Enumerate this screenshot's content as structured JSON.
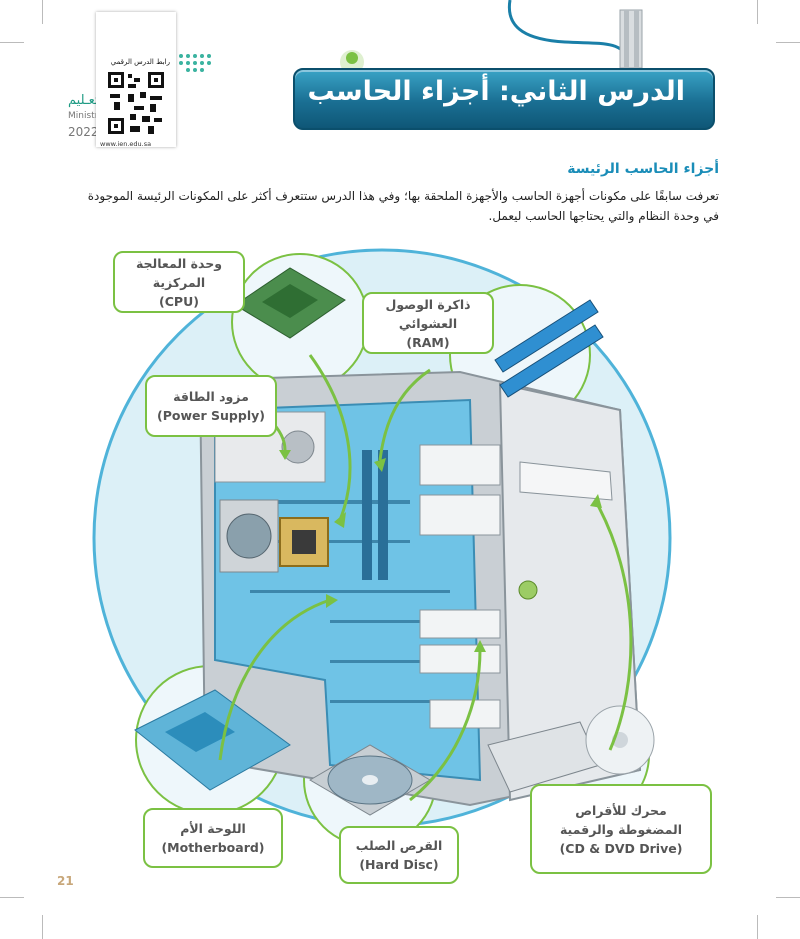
{
  "lesson_title": "الدرس الثاني: أجزاء الحاسب",
  "qr": {
    "label": "رابط الدرس الرقمي",
    "url": "www.ien.edu.sa"
  },
  "ministry": {
    "logo": "تعـليم",
    "name": "Ministr",
    "year": "2022"
  },
  "section_heading": "أجزاء الحاسب الرئيسة",
  "intro": "تعرفت سابقًا على مكونات أجهزة الحاسب والأجهزة الملحقة بها؛ وفي هذا الدرس ستتعرف أكثر على المكونات الرئيسة الموجودة في وحدة النظام والتي يحتاجها الحاسب ليعمل.",
  "labels": {
    "cpu": {
      "ar": "وحدة المعالجة المركزية",
      "en": "(CPU)"
    },
    "ram": {
      "ar": "ذاكرة الوصول العشوائي",
      "en": "(RAM)"
    },
    "psu": {
      "ar": "مزود الطاقة",
      "en": "(Power Supply)"
    },
    "mb": {
      "ar": "اللوحة الأم",
      "en": "(Motherboard)"
    },
    "hd": {
      "ar": "القرص الصلب",
      "en": "(Hard Disc)"
    },
    "cd": {
      "ar": "محرك للأقراص المضغوطة والرقمية",
      "en": "(CD & DVD Drive)"
    }
  },
  "page_number": "21",
  "colors": {
    "accent_green": "#7bc143",
    "banner_blue": "#1a6f93",
    "heading_blue": "#1a8db8",
    "circle_blue": "#cfeaf4"
  }
}
